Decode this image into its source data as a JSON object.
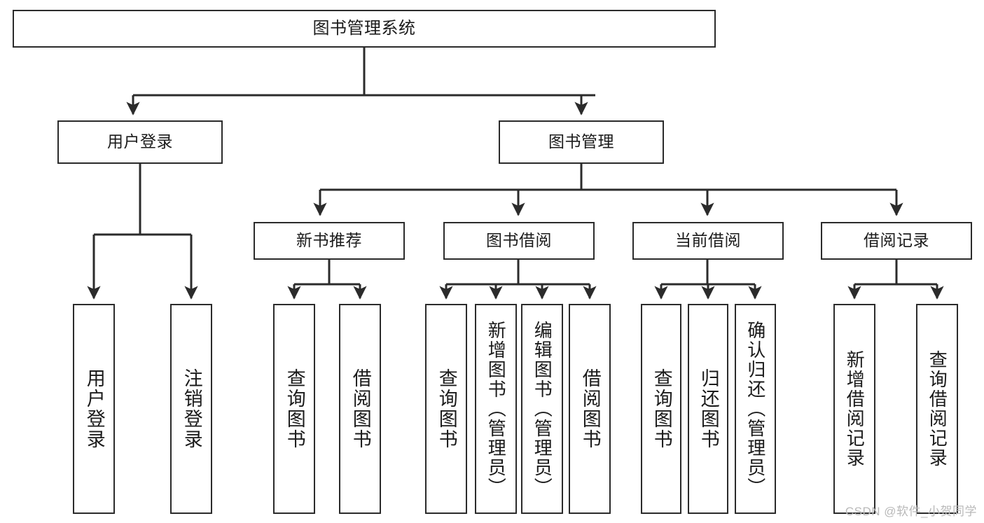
{
  "diagram": {
    "title": "图书管理系统",
    "type": "tree",
    "watermark": "CSDN @软件_小贺同学",
    "colors": {
      "box_border": "#2b2b2b",
      "box_fill": "#ffffff",
      "connector": "#2b2b2b",
      "text": "#1b1b1b",
      "watermark": "#b9b9b9"
    },
    "levels": {
      "root": {
        "label": "图书管理系统"
      },
      "level2": [
        {
          "id": "user-login",
          "label": "用户登录"
        },
        {
          "id": "book-management",
          "label": "图书管理"
        }
      ],
      "level3": [
        {
          "id": "new-book-recommend",
          "label": "新书推荐",
          "parent": "book-management"
        },
        {
          "id": "book-borrow",
          "label": "图书借阅",
          "parent": "book-management"
        },
        {
          "id": "current-borrow",
          "label": "当前借阅",
          "parent": "book-management"
        },
        {
          "id": "borrow-record",
          "label": "借阅记录",
          "parent": "book-management"
        }
      ],
      "leaves": [
        {
          "id": "leaf-user-login",
          "label": "用户登录",
          "parent": "user-login"
        },
        {
          "id": "leaf-logout-login",
          "label": "注销登录",
          "parent": "user-login"
        },
        {
          "id": "leaf-query-book-1",
          "label": "查询图书",
          "parent": "new-book-recommend"
        },
        {
          "id": "leaf-borrow-book-1",
          "label": "借阅图书",
          "parent": "new-book-recommend"
        },
        {
          "id": "leaf-query-book-2",
          "label": "查询图书",
          "parent": "book-borrow"
        },
        {
          "id": "leaf-add-book",
          "label": "新增图书（管理员）",
          "parent": "book-borrow"
        },
        {
          "id": "leaf-edit-book",
          "label": "编辑图书（管理员）",
          "parent": "book-borrow"
        },
        {
          "id": "leaf-borrow-book-2",
          "label": "借阅图书",
          "parent": "book-borrow"
        },
        {
          "id": "leaf-query-book-3",
          "label": "查询图书",
          "parent": "current-borrow"
        },
        {
          "id": "leaf-return-book",
          "label": "归还图书",
          "parent": "current-borrow"
        },
        {
          "id": "leaf-confirm-return",
          "label": "确认归还（管理员）",
          "parent": "current-borrow"
        },
        {
          "id": "leaf-add-record",
          "label": "新增借阅记录",
          "parent": "borrow-record"
        },
        {
          "id": "leaf-query-record",
          "label": "查询借阅记录",
          "parent": "borrow-record"
        }
      ]
    }
  }
}
